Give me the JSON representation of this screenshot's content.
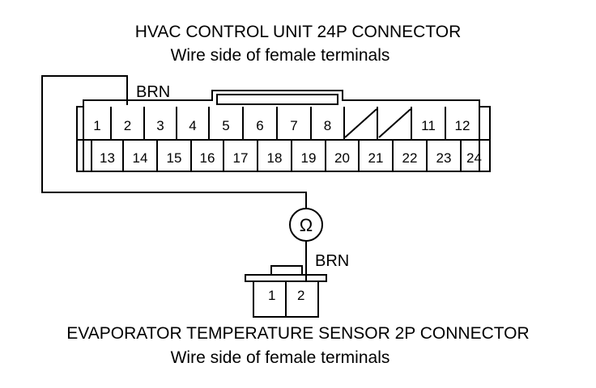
{
  "hvac_connector": {
    "title": "HVAC CONTROL UNIT 24P CONNECTOR",
    "subtitle": "Wire side of female terminals",
    "wire_color": "BRN",
    "terminals_top": [
      "1",
      "2",
      "3",
      "4",
      "5",
      "6",
      "7",
      "8",
      "",
      "",
      "11",
      "12"
    ],
    "terminals_bottom": [
      "13",
      "14",
      "15",
      "16",
      "17",
      "18",
      "19",
      "20",
      "21",
      "22",
      "23",
      "24"
    ]
  },
  "sensor_connector": {
    "title": "EVAPORATOR TEMPERATURE SENSOR 2P CONNECTOR",
    "subtitle": "Wire side of female terminals",
    "wire_color": "BRN",
    "terminals": [
      "1",
      "2"
    ]
  },
  "meter": {
    "symbol": "Ω",
    "icon": "ohmmeter-icon"
  }
}
